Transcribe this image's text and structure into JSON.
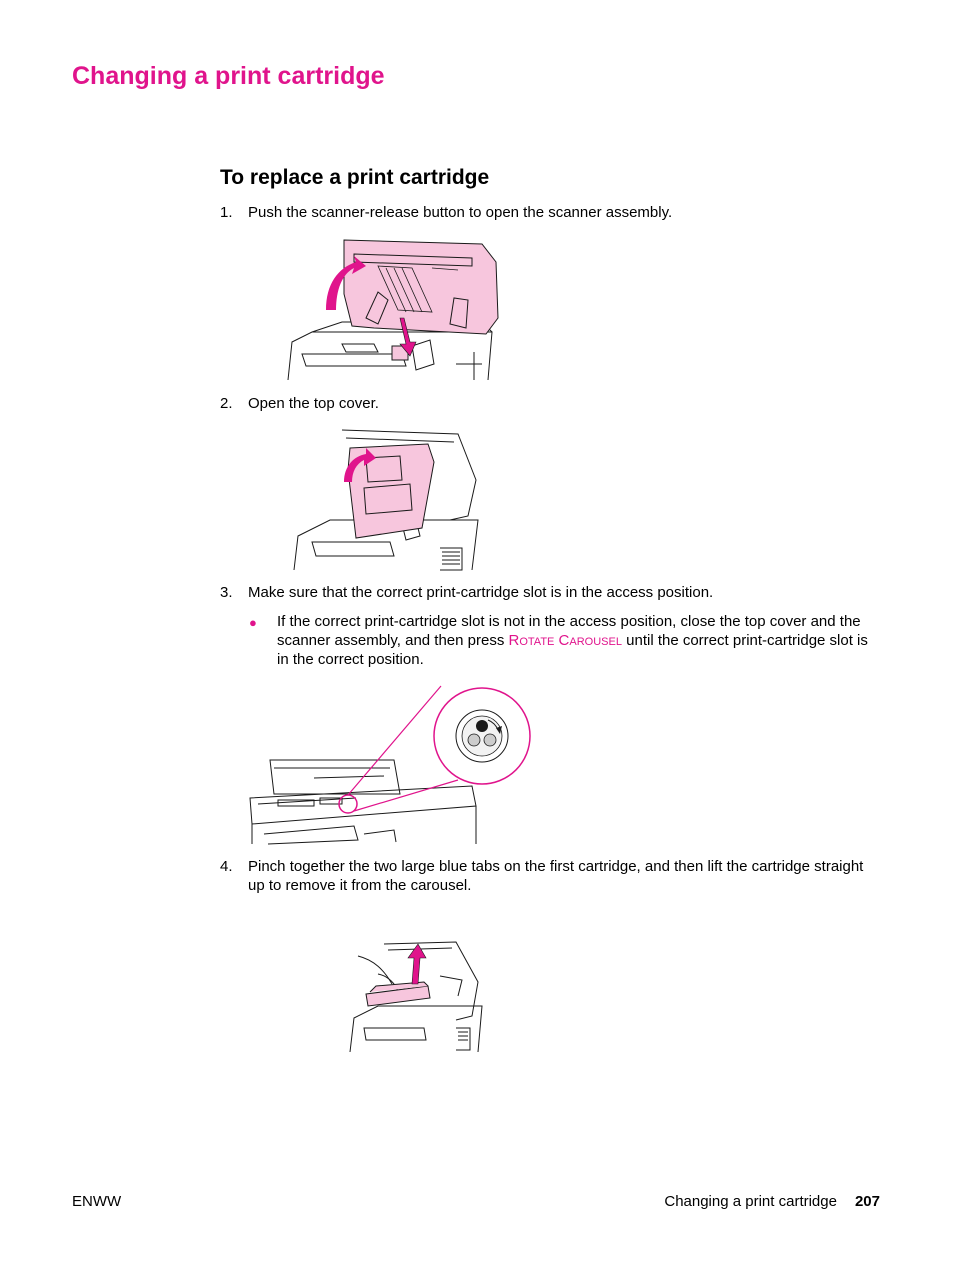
{
  "title": "Changing a print cartridge",
  "section": {
    "heading": "To replace a print cartridge"
  },
  "steps": [
    {
      "num": "1.",
      "text": "Push the scanner-release button to open the scanner assembly."
    },
    {
      "num": "2.",
      "text": "Open the top cover."
    },
    {
      "num": "3.",
      "text": "Make sure that the correct print-cartridge slot is in the access position."
    },
    {
      "num": "4.",
      "text": "Pinch together the two large blue tabs on the first cartridge, and then lift the cartridge straight up to remove it from the carousel."
    }
  ],
  "bullet": {
    "before": "If the correct print-cartridge slot is not in the access position, close the top cover and the scanner assembly, and then press ",
    "key": "Rotate Carousel",
    "after": " until the correct print-cartridge slot is in the correct position."
  },
  "footer": {
    "left": "ENWW",
    "section": "Changing a print cartridge",
    "page": "207"
  },
  "colors": {
    "accent": "#e0148c",
    "highlight_fill": "#f7c6dd"
  }
}
